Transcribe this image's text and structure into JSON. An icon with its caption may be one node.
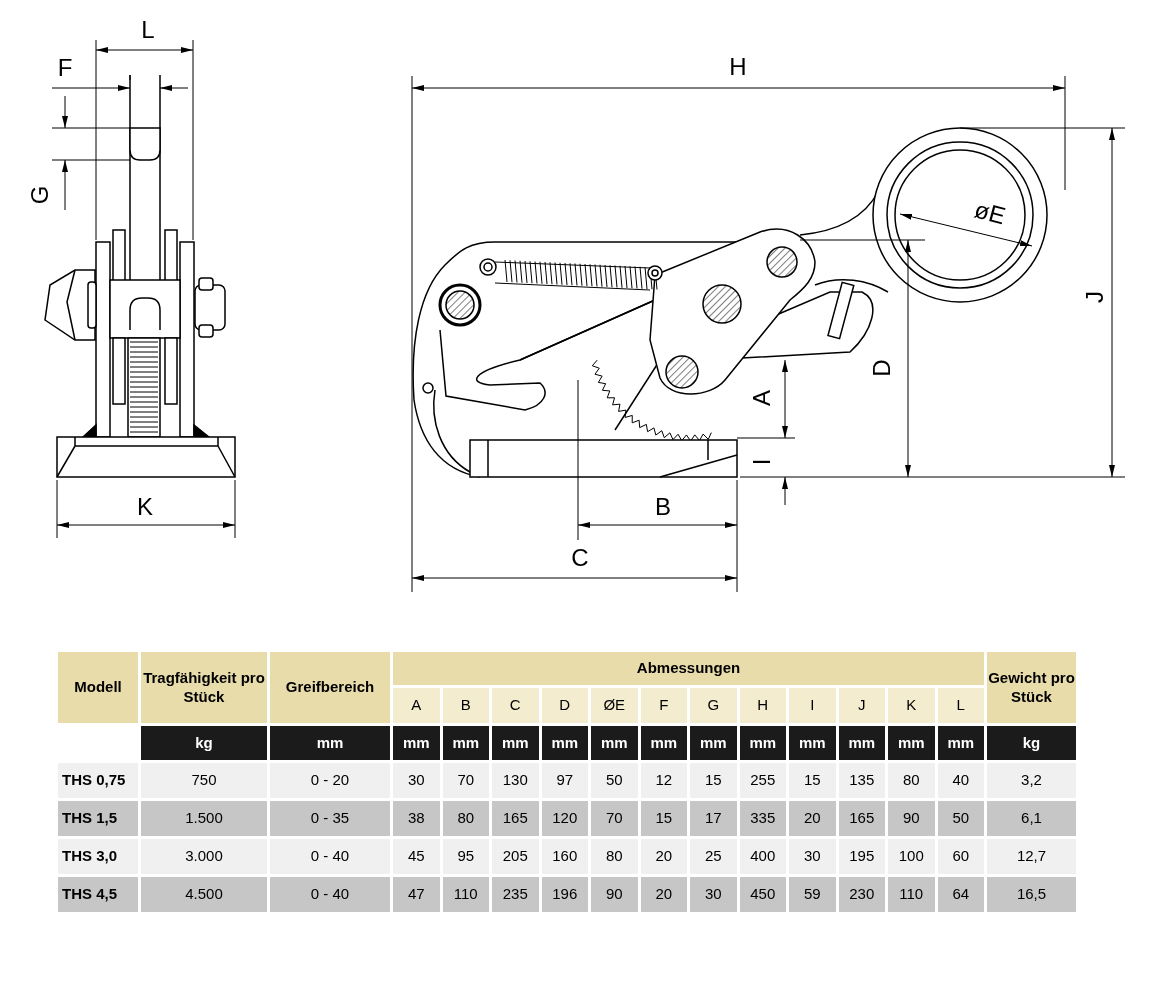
{
  "diagram": {
    "labels": [
      "L",
      "F",
      "G",
      "K",
      "H",
      "øE",
      "J",
      "D",
      "A",
      "I",
      "B",
      "C",
      "Modell",
      "Tragfähigkeit pro Stück",
      "Greifbereich",
      "Abmessungen",
      "Gewicht pro Stück",
      "A",
      "B",
      "C",
      "D",
      "ØE",
      "F",
      "G",
      "H",
      "I",
      "J",
      "K",
      "L",
      "kg",
      "mm",
      "mm",
      "mm",
      "mm",
      "mm",
      "mm",
      "mm",
      "mm",
      "mm",
      "mm",
      "mm",
      "mm",
      "mm",
      "kg",
      "THS 0,75",
      "750",
      "0 - 20",
      "30",
      "70",
      "130",
      "97",
      "50",
      "12",
      "15",
      "255",
      "15",
      "135",
      "80",
      "40",
      "3,2",
      "THS 1,5",
      "1.500",
      "0 - 35",
      "38",
      "80",
      "165",
      "120",
      "70",
      "15",
      "17",
      "335",
      "20",
      "165",
      "90",
      "50",
      "6,1",
      "THS 3,0",
      "3.000",
      "0 - 40",
      "45",
      "95",
      "205",
      "160",
      "80",
      "20",
      "25",
      "400",
      "30",
      "195",
      "100",
      "60",
      "12,7",
      "THS 4,5",
      "4.500",
      "0 - 40",
      "47",
      "110",
      "235",
      "196",
      "90",
      "20",
      "30",
      "450",
      "59",
      "230",
      "110",
      "64",
      "16,5"
    ]
  }
}
